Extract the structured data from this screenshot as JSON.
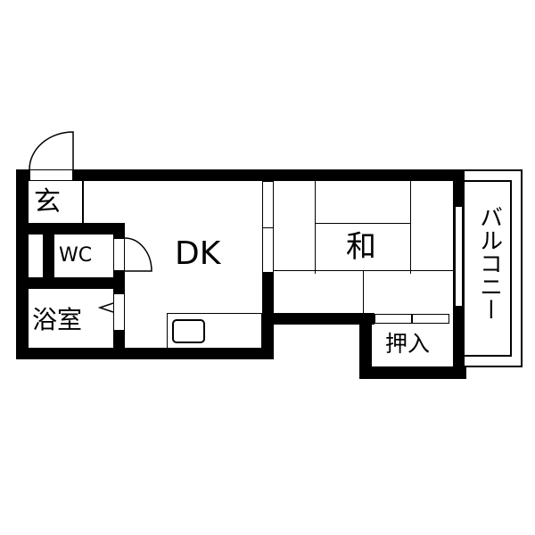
{
  "floorplan": {
    "rooms": {
      "genkan": {
        "label": "玄"
      },
      "wc": {
        "label": "WC"
      },
      "bath": {
        "label": "浴室"
      },
      "dk": {
        "label": "DK"
      },
      "washitsu": {
        "label": "和"
      },
      "oshiire": {
        "label": "押入"
      },
      "balcony": {
        "label": "バルコニー"
      }
    },
    "colors": {
      "wall": "#000000",
      "background": "#ffffff"
    }
  }
}
